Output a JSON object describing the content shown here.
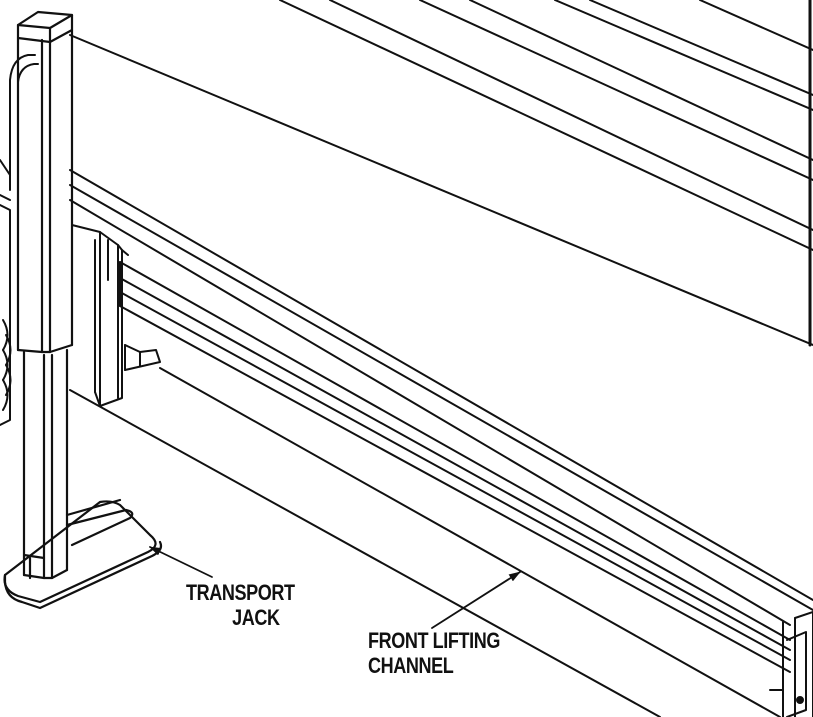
{
  "colors": {
    "line": "#111111",
    "background": "#ffffff"
  },
  "labels": {
    "transport_jack": {
      "line1": "TRANSPORT",
      "line2": "JACK"
    },
    "front_lifting_channel": {
      "line1": "FRONT LIFTING",
      "line2": "CHANNEL"
    }
  }
}
